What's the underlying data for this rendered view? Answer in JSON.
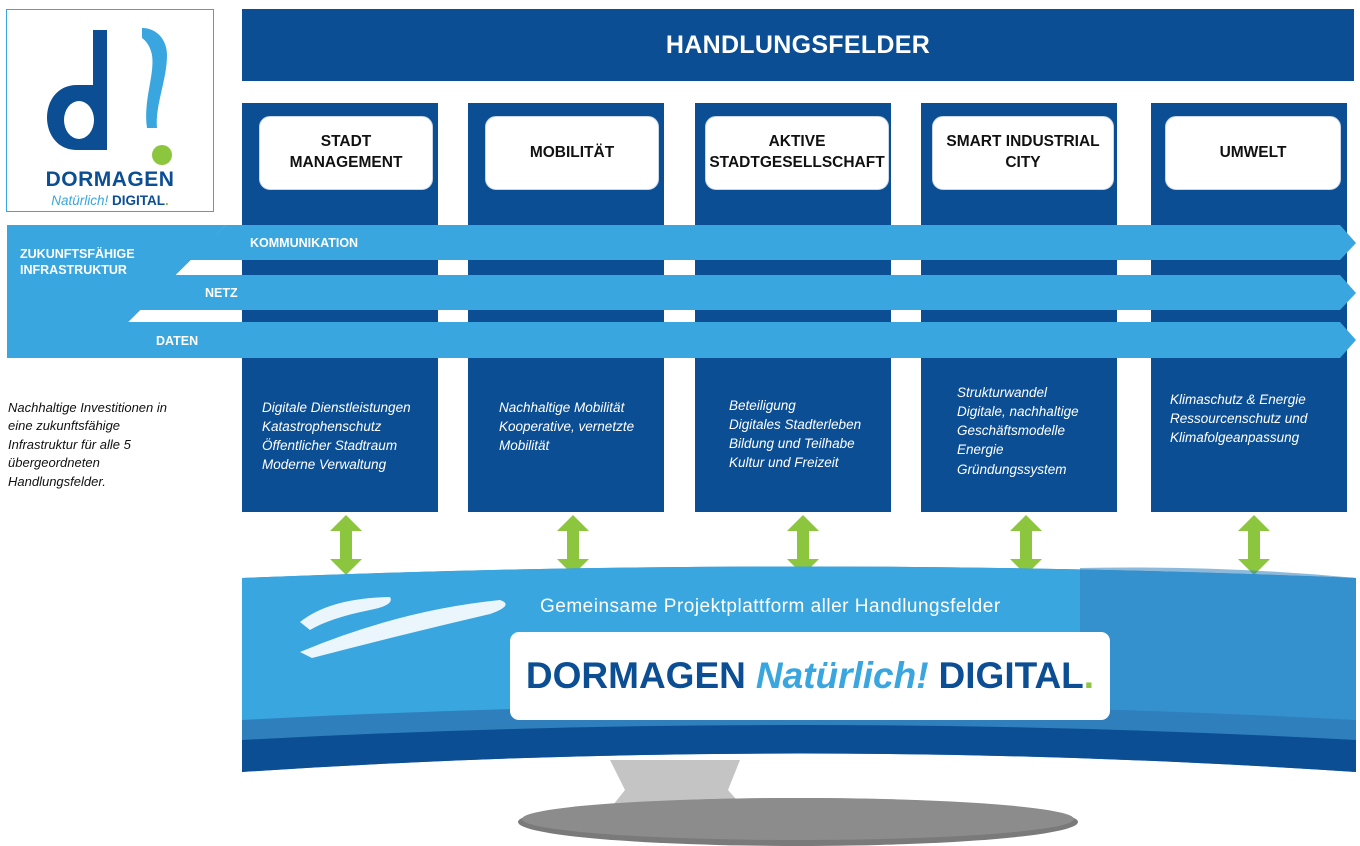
{
  "logo": {
    "wordmark": "DORMAGEN",
    "tag_italic": "Natürlich!",
    "tag_bold": "DIGITAL",
    "tag_dot": "."
  },
  "header": {
    "title": "HANDLUNGSFELDER"
  },
  "columns": [
    {
      "title": "STADT MANAGEMENT",
      "items": [
        "Digitale Dienstleistungen",
        "Katastrophenschutz",
        "Öffentlicher Stadtraum",
        "Moderne Verwaltung"
      ]
    },
    {
      "title": "MOBILITÄT",
      "items": [
        "Nachhaltige Mobilität",
        "Kooperative, vernetzte",
        "Mobilität"
      ]
    },
    {
      "title": "AKTIVE STADTGESELLSCHAFT",
      "items": [
        "Beteiligung",
        "Digitales Stadterleben",
        "Bildung und Teilhabe",
        "Kultur und Freizeit"
      ]
    },
    {
      "title": "SMART INDUSTRIAL CITY",
      "items": [
        "Strukturwandel",
        "Digitale, nachhaltige",
        "Geschäftsmodelle",
        "Energie",
        "Gründungssystem"
      ]
    },
    {
      "title": "UMWELT",
      "items": [
        "Klimaschutz & Energie",
        "Ressourcenschutz und",
        "Klimafolgeanpassung"
      ]
    }
  ],
  "infrastructure": {
    "label_line1": "ZUKUNFTSFÄHIGE",
    "label_line2": "INFRASTRUKTUR",
    "arrows": [
      "KOMMUNIKATION",
      "NETZ",
      "DATEN"
    ]
  },
  "left_note": [
    "Nachhaltige Investitionen in",
    "eine zukunftsfähige",
    "Infrastruktur für alle 5",
    "übergeordneten",
    "Handlungsfelder."
  ],
  "platform": {
    "caption": "Gemeinsame Projektplattform aller Handlungsfelder",
    "brand_main": "DORMAGEN",
    "brand_italic": "Natürlich!",
    "brand_bold": "DIGITAL",
    "brand_dot": "."
  },
  "colors": {
    "dark_blue": "#0b4e93",
    "light_blue": "#3aa6df",
    "green": "#8cc63f"
  }
}
